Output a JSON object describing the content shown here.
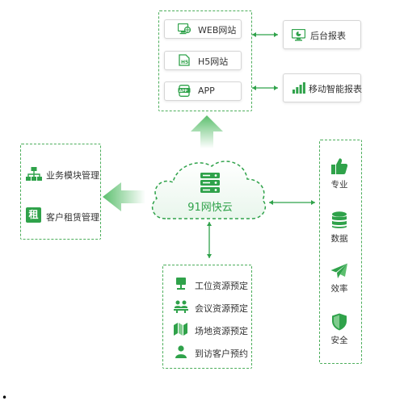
{
  "center": {
    "label": "91网快云",
    "icon": "server-stack-icon"
  },
  "top_group": {
    "items": [
      {
        "label": "WEB网站",
        "icon": "monitor-globe-icon"
      },
      {
        "label": "H5网站",
        "icon": "h5-document-icon"
      },
      {
        "label": "APP",
        "icon": "app-phone-icon"
      }
    ]
  },
  "top_right": [
    {
      "label": "后台报表",
      "icon": "monitor-chart-icon"
    },
    {
      "label": "移动智能报表",
      "icon": "bar-chart-icon"
    }
  ],
  "left_group": {
    "items": [
      {
        "label": "业务模块管理",
        "icon": "org-chart-icon"
      },
      {
        "label": "客户租赁管理",
        "icon": "zu-character-icon",
        "icon_text": "租"
      }
    ]
  },
  "right_group": {
    "items": [
      {
        "label": "专业",
        "icon": "thumbs-up-icon"
      },
      {
        "label": "数据",
        "icon": "database-icon"
      },
      {
        "label": "效率",
        "icon": "paper-plane-icon"
      },
      {
        "label": "安全",
        "icon": "shield-icon"
      }
    ]
  },
  "bottom_group": {
    "items": [
      {
        "label": "工位资源预定",
        "icon": "workstation-icon"
      },
      {
        "label": "会议资源预定",
        "icon": "meeting-people-icon"
      },
      {
        "label": "场地资源预定",
        "icon": "venue-map-icon"
      },
      {
        "label": "到访客户预约",
        "icon": "visitor-person-icon"
      }
    ]
  },
  "footer_bullet": "•",
  "colors": {
    "accent": "#2fa24a",
    "accent_light": "#8fd49b",
    "dash": "#4cae5b",
    "text": "#333333"
  }
}
